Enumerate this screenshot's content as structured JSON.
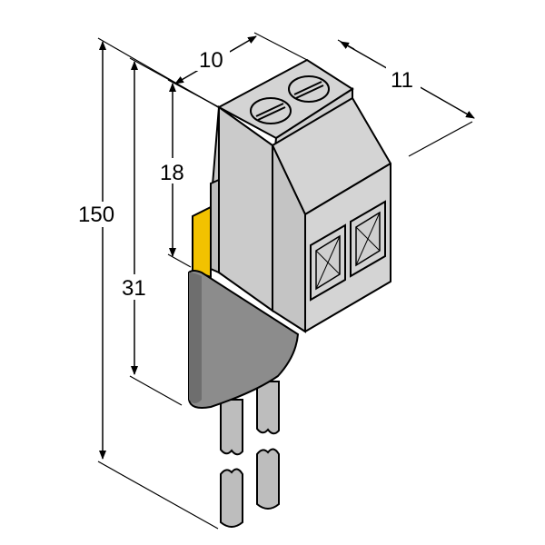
{
  "dimensions": {
    "width_top": "10",
    "depth": "11",
    "height_body": "18",
    "overall_short": "31",
    "overall_long": "150"
  },
  "colors": {
    "body": "#d4d4d4",
    "body_side": "#c4c4c4",
    "sleeve": "#8c8c8c",
    "sleeve_dark": "#6e6e6e",
    "tab": "#f2c200",
    "wire": "#bdbdbd",
    "outline": "#000000"
  }
}
